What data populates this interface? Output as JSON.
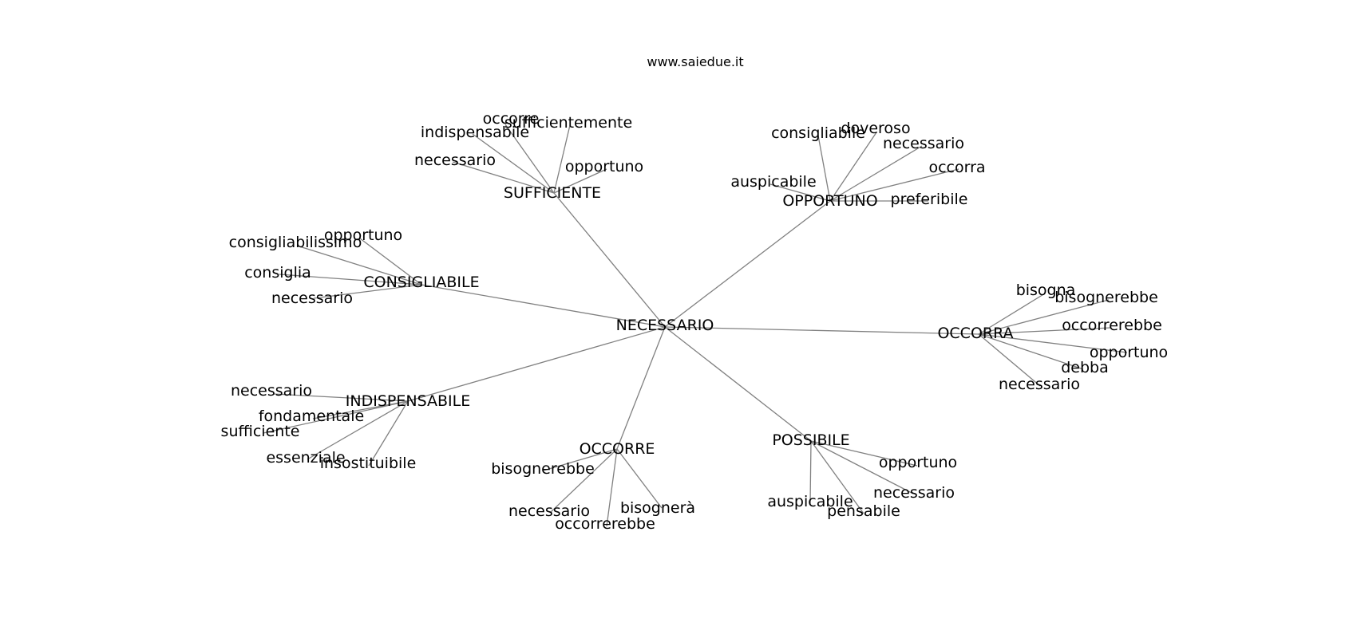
{
  "site": "www.saiedue.it",
  "edge_color": "#808080",
  "center": "NECESSARIO",
  "clusters": [
    {
      "hub": "SUFFICIENTE",
      "leaves": [
        "occorre",
        "sufficientemente",
        "indispensabile",
        "necessario",
        "opportuno"
      ]
    },
    {
      "hub": "OPPORTUNO",
      "leaves": [
        "consigliabile",
        "doveroso",
        "necessario",
        "occorra",
        "auspicabile",
        "preferibile"
      ]
    },
    {
      "hub": "CONSIGLIABILE",
      "leaves": [
        "opportuno",
        "consigliabilissimo",
        "consiglia",
        "necessario"
      ]
    },
    {
      "hub": "OCCORRA",
      "leaves": [
        "bisogna",
        "bisognerebbe",
        "occorrerebbe",
        "opportuno",
        "debba",
        "necessario"
      ]
    },
    {
      "hub": "INDISPENSABILE",
      "leaves": [
        "necessario",
        "fondamentale",
        "sufficiente",
        "essenziale",
        "insostituibile"
      ]
    },
    {
      "hub": "OCCORRE",
      "leaves": [
        "bisognerebbe",
        "necessario",
        "bisognerà",
        "occorrerebbe"
      ]
    },
    {
      "hub": "POSSIBILE",
      "leaves": [
        "opportuno",
        "necessario",
        "auspicabile",
        "pensabile"
      ]
    }
  ]
}
